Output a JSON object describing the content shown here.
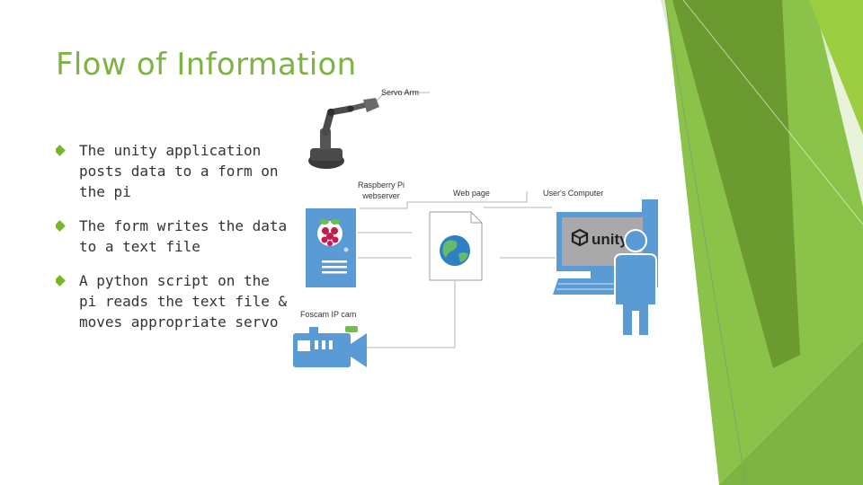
{
  "slide": {
    "title": "Flow of Information",
    "bullets": [
      "The unity application posts data to a form on the pi",
      "The form writes the data to a text file",
      "A python script on the pi reads the text file & moves appropriate servo"
    ]
  },
  "diagram": {
    "labels": {
      "servo_arm": "Servo Arm",
      "raspberry_pi_line1": "Raspberry Pi",
      "raspberry_pi_line2": "webserver",
      "web_page": "Web page",
      "users_computer": "User's Computer",
      "ip_cam": "Foscam IP cam",
      "unity_logo": "unity"
    },
    "icons": [
      "robot-arm-icon",
      "raspberry-pi-server-icon",
      "web-page-globe-icon",
      "desktop-computer-icon",
      "user-person-icon",
      "video-camera-icon"
    ]
  },
  "colors": {
    "title": "#7cb342",
    "bullet": "#76b82a",
    "accent_green_dark": "#5a9a22",
    "accent_green_light": "#c7e09a",
    "icon_blue": "#5b9bd5"
  }
}
